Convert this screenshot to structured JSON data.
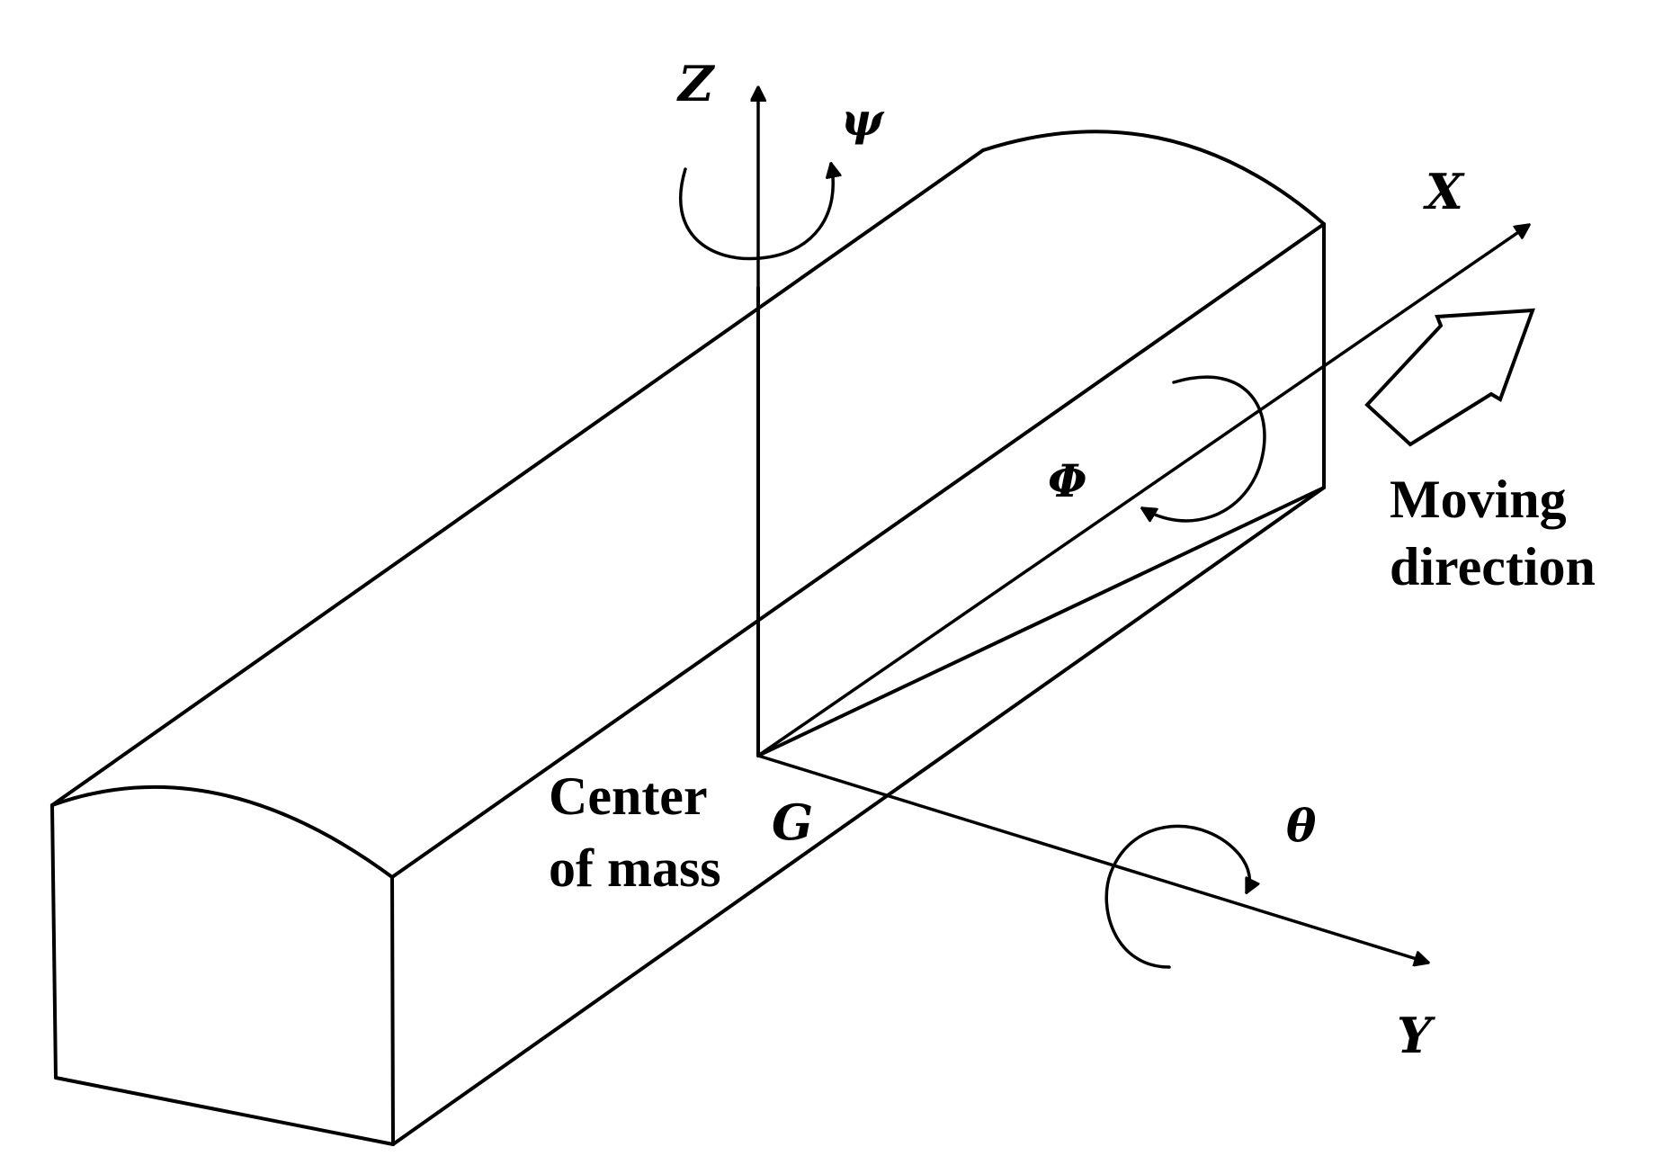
{
  "axes": {
    "x_label": "X",
    "y_label": "Y",
    "z_label": "Z"
  },
  "rotations": {
    "roll_label": "Φ",
    "pitch_label": "θ",
    "yaw_label": "ψ"
  },
  "center_of_mass": {
    "line1": "Center",
    "line2": "of mass",
    "point_label": "G"
  },
  "moving_direction": {
    "line1": "Moving",
    "line2": "direction"
  },
  "colors": {
    "stroke": "#000000",
    "background": "#ffffff"
  }
}
